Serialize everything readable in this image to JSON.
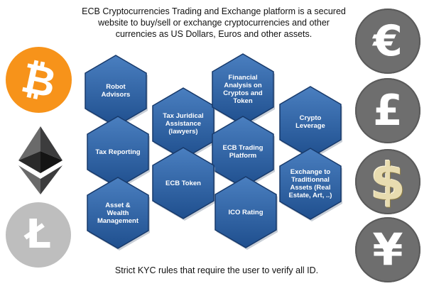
{
  "header": {
    "line1": "ECB Cryptocurrencies Trading and Exchange platform is a secured",
    "line2": "website to buy/sell or exchange cryptocurrencies and other",
    "line3": "currencies as US Dollars, Euros and other assets."
  },
  "footer": {
    "text": "Strict KYC rules that require the user to verify all ID."
  },
  "colors": {
    "hex_fill_top": "#4a7fc0",
    "hex_fill_bottom": "#1f4f8e",
    "hex_stroke": "#17396a",
    "bitcoin": "#f7931a",
    "ethereum": "#3c3c3d",
    "litecoin": "#bebebe",
    "fiat_coin": "#6e6e6e"
  },
  "coins": {
    "bitcoin": {
      "icon": "bitcoin-icon",
      "glyph": "₿"
    },
    "ethereum": {
      "icon": "ethereum-icon"
    },
    "litecoin": {
      "icon": "litecoin-icon",
      "glyph": "Ł"
    },
    "euro": {
      "icon": "euro-icon",
      "glyph": "€"
    },
    "pound": {
      "icon": "pound-icon",
      "glyph": "£"
    },
    "dollar": {
      "icon": "dollar-icon",
      "glyph": "$"
    },
    "yen": {
      "icon": "yen-icon",
      "glyph": "¥"
    }
  },
  "hexagons": [
    {
      "id": "robot-advisors",
      "lines": [
        "Robot",
        "Advisors"
      ]
    },
    {
      "id": "tax-juridical",
      "lines": [
        "Tax Juridical",
        "Assistance",
        "(lawyers)"
      ]
    },
    {
      "id": "financial-analysis",
      "lines": [
        "Financial",
        "Analysis on",
        "Cryptos and",
        "Token"
      ]
    },
    {
      "id": "crypto-leverage",
      "lines": [
        "Crypto",
        "Leverage"
      ]
    },
    {
      "id": "tax-reporting",
      "lines": [
        "Tax Reporting"
      ]
    },
    {
      "id": "ecb-trading",
      "lines": [
        "ECB Trading",
        "Platform"
      ]
    },
    {
      "id": "ecb-token",
      "lines": [
        "ECB Token"
      ]
    },
    {
      "id": "exchange-traditional",
      "lines": [
        "Exchange to",
        "Traditionnal",
        "Assets (Real",
        "Estate, Art, ..)"
      ]
    },
    {
      "id": "asset-wealth",
      "lines": [
        "Asset &",
        "Wealth",
        "Management"
      ]
    },
    {
      "id": "ico-rating",
      "lines": [
        "ICO Rating"
      ]
    }
  ]
}
